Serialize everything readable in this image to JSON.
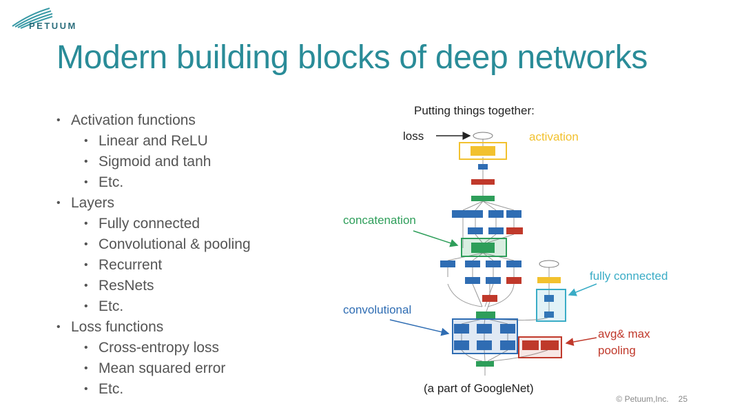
{
  "header": {
    "logo_text": "PETUUM"
  },
  "slide": {
    "title": "Modern building blocks of deep networks"
  },
  "bullets": [
    {
      "text": "Activation functions",
      "children": [
        "Linear and ReLU",
        "Sigmoid and tanh",
        "Etc."
      ]
    },
    {
      "text": "Layers",
      "children": [
        "Fully connected",
        "Convolutional & pooling",
        "Recurrent",
        "ResNets",
        "Etc."
      ]
    },
    {
      "text": "Loss functions",
      "children": [
        "Cross-entropy loss",
        "Mean squared error",
        "Etc."
      ]
    }
  ],
  "diagram": {
    "heading": "Putting things together:",
    "caption": "(a part of GoogleNet)",
    "labels": {
      "loss": "loss",
      "activation": "activation",
      "concatenation": "concatenation",
      "fully_connected": "fully connected",
      "convolutional": "convolutional",
      "pooling_line1": "avg& max",
      "pooling_line2": "pooling"
    },
    "colors": {
      "activation": "#f2c12e",
      "concatenation": "#2e9e5a",
      "fully_connected": "#3aacc6",
      "convolutional": "#2f6db3",
      "pooling": "#c0392b"
    }
  },
  "footer": {
    "copyright": "© Petuum,Inc.",
    "page_number": "25"
  }
}
